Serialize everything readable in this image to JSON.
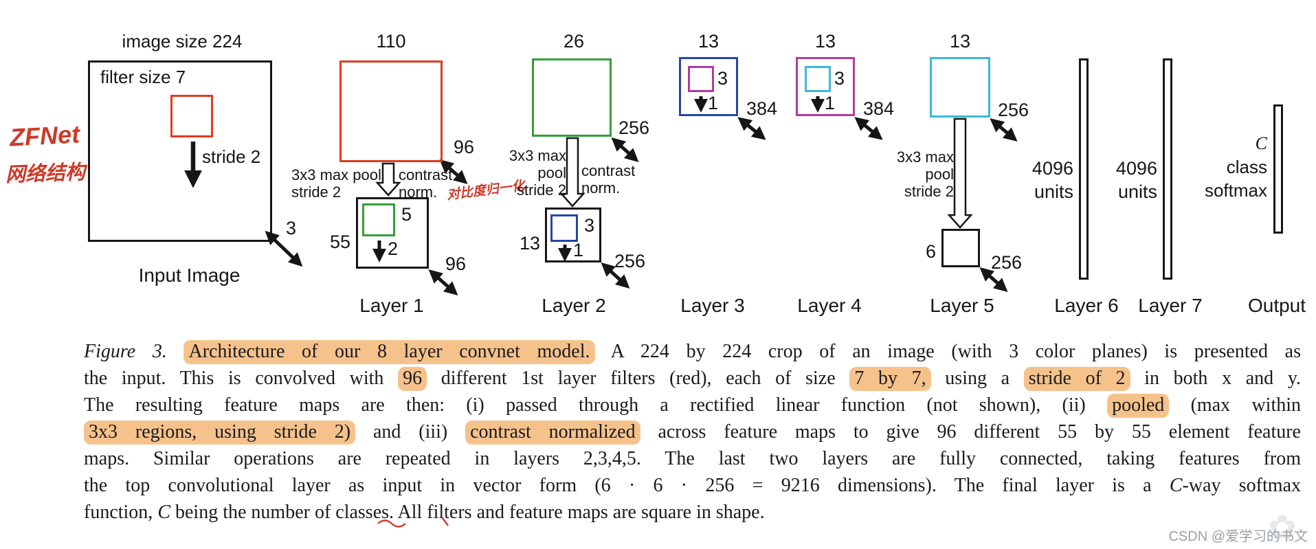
{
  "colors": {
    "ink": "#161616",
    "red": "#e03a1e",
    "green": "#31a038",
    "navy": "#2546a8",
    "magenta": "#b13aa0",
    "cyan": "#3cb8d6",
    "highlight": "#f6c28c",
    "handwriting": "#cd3a28",
    "watermark": "#9aa0a6"
  },
  "annotations": {
    "zfnet_line1": "ZFNet",
    "zfnet_line2": "网络结构",
    "contrast_note": "对比度归一化"
  },
  "diagram": {
    "input": {
      "image_size": "image size 224",
      "filter_size": "filter size 7",
      "stride": "stride 2",
      "depth": "3",
      "caption": "Input Image"
    },
    "layer1": {
      "label": "Layer 1",
      "map_size": "110",
      "depth_top": "96",
      "pool_line1": "3x3 max pool",
      "pool_line2": "stride 2",
      "norm_line1": "contrast",
      "norm_line2": "norm.",
      "pooled_size": "55",
      "filter": "5",
      "stride": "2",
      "depth_bottom": "96"
    },
    "layer2": {
      "label": "Layer 2",
      "map_size": "26",
      "depth_top": "256",
      "pool_line1": "3x3 max",
      "pool_line2": "pool",
      "pool_line3": "stride 2",
      "norm_line1": "contrast",
      "norm_line2": "norm.",
      "pooled_size": "13",
      "filter": "3",
      "stride": "1",
      "depth_bottom": "256"
    },
    "layer3": {
      "label": "Layer 3",
      "map_size": "13",
      "filter": "3",
      "stride": "1",
      "depth": "384"
    },
    "layer4": {
      "label": "Layer 4",
      "map_size": "13",
      "filter": "3",
      "stride": "1",
      "depth": "384"
    },
    "layer5": {
      "label": "Layer 5",
      "map_size": "13",
      "depth_top": "256",
      "pool_line1": "3x3 max",
      "pool_line2": "pool",
      "pool_line3": "stride 2",
      "pooled_size": "6",
      "depth_bottom": "256"
    },
    "layer6": {
      "label": "Layer 6",
      "units_line1": "4096",
      "units_line2": "units"
    },
    "layer7": {
      "label": "Layer 7",
      "units_line1": "4096",
      "units_line2": "units"
    },
    "output": {
      "label": "Output",
      "line1": "C",
      "line2": "class",
      "line3": "softmax"
    }
  },
  "caption": {
    "lines": [
      {
        "segments": [
          {
            "text": "Figure 3. ",
            "style": "italic"
          },
          {
            "text": "Architecture of our 8 layer convnet model.",
            "style": "highlight"
          },
          {
            "text": " A 224 by 224 crop of an image (with 3 color planes) is presented as",
            "style": ""
          }
        ]
      },
      {
        "segments": [
          {
            "text": "the input. This is convolved with ",
            "style": ""
          },
          {
            "text": "96",
            "style": "highlight"
          },
          {
            "text": " different 1st layer filters (red), each of size ",
            "style": ""
          },
          {
            "text": "7 by 7,",
            "style": "highlight"
          },
          {
            "text": " using a ",
            "style": ""
          },
          {
            "text": "stride of 2",
            "style": "highlight"
          },
          {
            "text": " in both x and y.",
            "style": ""
          }
        ]
      },
      {
        "segments": [
          {
            "text": "The resulting feature maps are then: (i) passed through a rectified linear function (not shown), (ii) ",
            "style": ""
          },
          {
            "text": "pooled",
            "style": "highlight"
          },
          {
            "text": " (max within",
            "style": ""
          }
        ]
      },
      {
        "segments": [
          {
            "text": "3x3 regions, using stride 2)",
            "style": "highlight"
          },
          {
            "text": " and (iii) ",
            "style": ""
          },
          {
            "text": "contrast normalized",
            "style": "highlight"
          },
          {
            "text": " across feature maps to give 96 different 55 by 55 element feature",
            "style": ""
          }
        ]
      },
      {
        "segments": [
          {
            "text": "maps. Similar operations are repeated in layers 2,3,4,5. The last two layers are fully connected, taking features from",
            "style": ""
          }
        ]
      },
      {
        "segments": [
          {
            "text": "the top convolutional layer as input in vector form (6 · 6 · 256 = 9216 dimensions). The final layer is a ",
            "style": ""
          },
          {
            "text": "C",
            "style": "italic"
          },
          {
            "text": "-way softmax",
            "style": ""
          }
        ]
      },
      {
        "segments": [
          {
            "text": "function, ",
            "style": ""
          },
          {
            "text": "C",
            "style": "italic"
          },
          {
            "text": " being the number of classes. All filters and feature maps are square in shape.",
            "style": ""
          }
        ]
      }
    ]
  },
  "watermark": {
    "text": "CSDN @爱学习的书文",
    "logo": "✿"
  }
}
